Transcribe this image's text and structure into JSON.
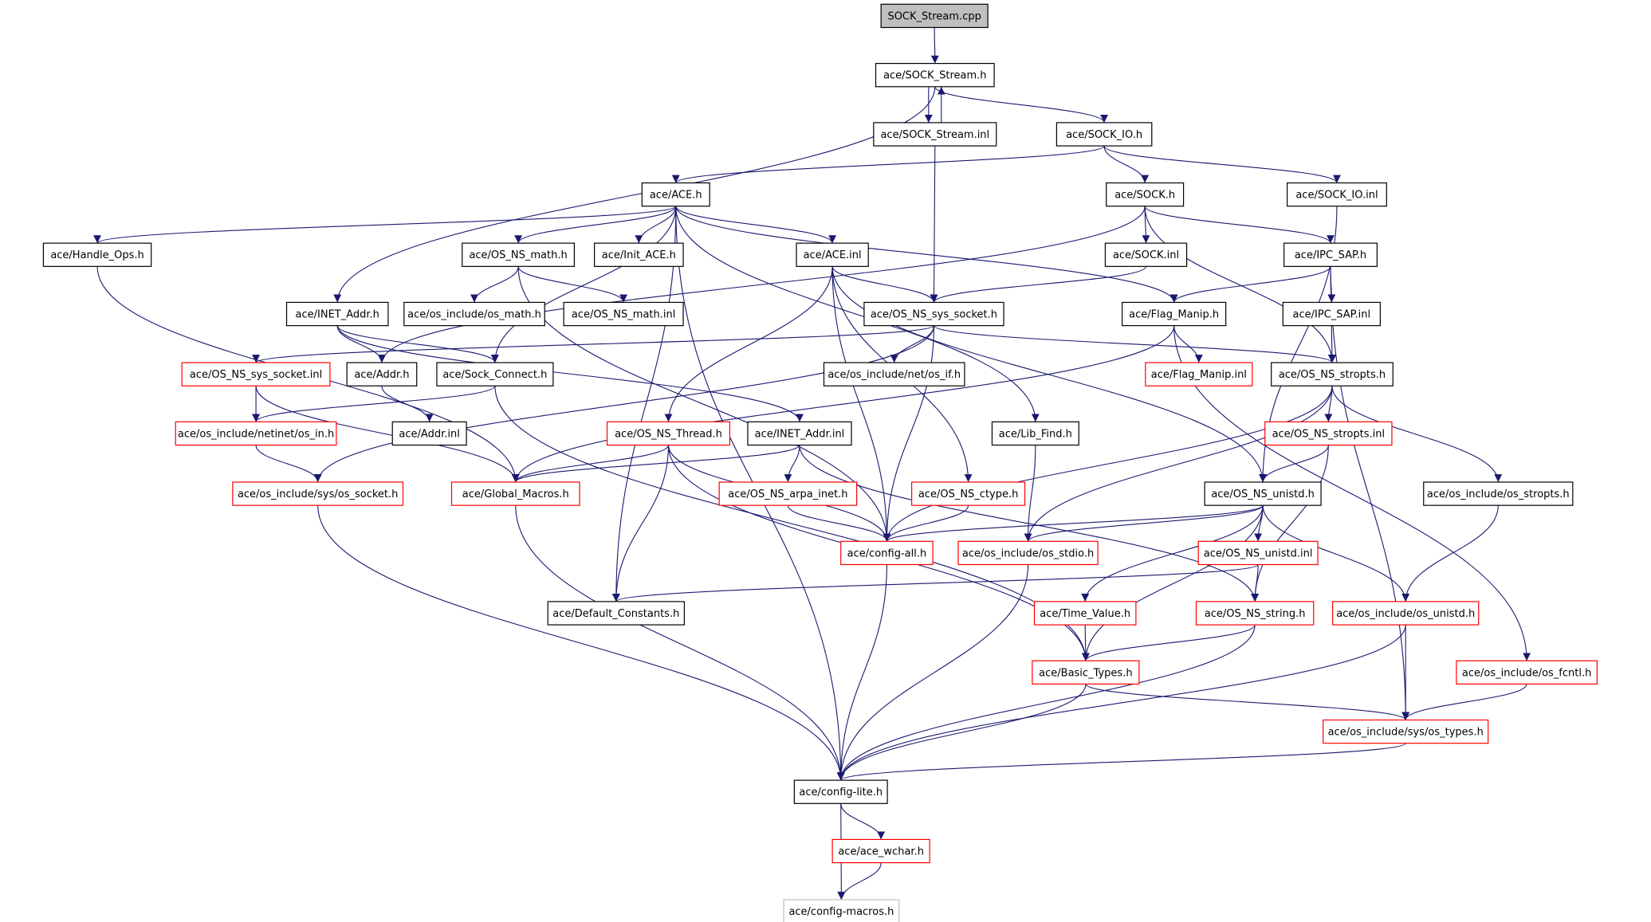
{
  "graph": {
    "title": "SOCK_Stream.cpp",
    "colors": {
      "edge": "#191970",
      "node_border": "#000000",
      "node_border_truncated": "#ff0000",
      "node_border_external": "#bfbfbf",
      "root_fill": "#bfbfbf",
      "node_fill": "#ffffff"
    },
    "nodes": [
      {
        "id": "root",
        "label": "SOCK_Stream.cpp",
        "kind": "root"
      },
      {
        "id": "sock_stream_h",
        "label": "ace/SOCK_Stream.h",
        "kind": "normal"
      },
      {
        "id": "sock_stream_inl",
        "label": "ace/SOCK_Stream.inl",
        "kind": "normal"
      },
      {
        "id": "sock_io_h",
        "label": "ace/SOCK_IO.h",
        "kind": "normal"
      },
      {
        "id": "ace_h",
        "label": "ace/ACE.h",
        "kind": "normal"
      },
      {
        "id": "sock_h",
        "label": "ace/SOCK.h",
        "kind": "normal"
      },
      {
        "id": "sock_io_inl",
        "label": "ace/SOCK_IO.inl",
        "kind": "normal"
      },
      {
        "id": "handle_ops_h",
        "label": "ace/Handle_Ops.h",
        "kind": "normal"
      },
      {
        "id": "os_ns_math_h",
        "label": "ace/OS_NS_math.h",
        "kind": "normal"
      },
      {
        "id": "init_ace_h",
        "label": "ace/Init_ACE.h",
        "kind": "normal"
      },
      {
        "id": "ace_inl",
        "label": "ace/ACE.inl",
        "kind": "normal"
      },
      {
        "id": "sock_inl",
        "label": "ace/SOCK.inl",
        "kind": "normal"
      },
      {
        "id": "ipc_sap_h",
        "label": "ace/IPC_SAP.h",
        "kind": "normal"
      },
      {
        "id": "inet_addr_h",
        "label": "ace/INET_Addr.h",
        "kind": "normal"
      },
      {
        "id": "os_math_h",
        "label": "ace/os_include/os_math.h",
        "kind": "normal"
      },
      {
        "id": "os_ns_math_inl",
        "label": "ace/OS_NS_math.inl",
        "kind": "normal"
      },
      {
        "id": "os_ns_sys_socket_h",
        "label": "ace/OS_NS_sys_socket.h",
        "kind": "normal"
      },
      {
        "id": "flag_manip_h",
        "label": "ace/Flag_Manip.h",
        "kind": "normal"
      },
      {
        "id": "ipc_sap_inl",
        "label": "ace/IPC_SAP.inl",
        "kind": "normal"
      },
      {
        "id": "os_ns_sys_socket_inl",
        "label": "ace/OS_NS_sys_socket.inl",
        "kind": "truncated"
      },
      {
        "id": "addr_h",
        "label": "ace/Addr.h",
        "kind": "normal"
      },
      {
        "id": "sock_connect_h",
        "label": "ace/Sock_Connect.h",
        "kind": "normal"
      },
      {
        "id": "os_if_h",
        "label": "ace/os_include/net/os_if.h",
        "kind": "normal"
      },
      {
        "id": "flag_manip_inl",
        "label": "ace/Flag_Manip.inl",
        "kind": "truncated"
      },
      {
        "id": "os_ns_stropts_h",
        "label": "ace/OS_NS_stropts.h",
        "kind": "normal"
      },
      {
        "id": "os_in_h",
        "label": "ace/os_include/netinet/os_in.h",
        "kind": "truncated"
      },
      {
        "id": "addr_inl",
        "label": "ace/Addr.inl",
        "kind": "normal"
      },
      {
        "id": "os_ns_thread_h",
        "label": "ace/OS_NS_Thread.h",
        "kind": "truncated"
      },
      {
        "id": "inet_addr_inl",
        "label": "ace/INET_Addr.inl",
        "kind": "normal"
      },
      {
        "id": "lib_find_h",
        "label": "ace/Lib_Find.h",
        "kind": "normal"
      },
      {
        "id": "os_ns_stropts_inl",
        "label": "ace/OS_NS_stropts.inl",
        "kind": "truncated"
      },
      {
        "id": "os_socket_h",
        "label": "ace/os_include/sys/os_socket.h",
        "kind": "truncated"
      },
      {
        "id": "global_macros_h",
        "label": "ace/Global_Macros.h",
        "kind": "truncated"
      },
      {
        "id": "os_ns_arpa_inet_h",
        "label": "ace/OS_NS_arpa_inet.h",
        "kind": "truncated"
      },
      {
        "id": "os_ns_ctype_h",
        "label": "ace/OS_NS_ctype.h",
        "kind": "truncated"
      },
      {
        "id": "os_ns_unistd_h",
        "label": "ace/OS_NS_unistd.h",
        "kind": "normal"
      },
      {
        "id": "os_stropts_h",
        "label": "ace/os_include/os_stropts.h",
        "kind": "normal"
      },
      {
        "id": "config_all_h",
        "label": "ace/config-all.h",
        "kind": "truncated"
      },
      {
        "id": "os_stdio_h",
        "label": "ace/os_include/os_stdio.h",
        "kind": "truncated"
      },
      {
        "id": "os_ns_unistd_inl",
        "label": "ace/OS_NS_unistd.inl",
        "kind": "truncated"
      },
      {
        "id": "default_constants_h",
        "label": "ace/Default_Constants.h",
        "kind": "normal"
      },
      {
        "id": "time_value_h",
        "label": "ace/Time_Value.h",
        "kind": "truncated"
      },
      {
        "id": "os_ns_string_h",
        "label": "ace/OS_NS_string.h",
        "kind": "truncated"
      },
      {
        "id": "os_unistd_h",
        "label": "ace/os_include/os_unistd.h",
        "kind": "truncated"
      },
      {
        "id": "basic_types_h",
        "label": "ace/Basic_Types.h",
        "kind": "truncated"
      },
      {
        "id": "os_fcntl_h",
        "label": "ace/os_include/os_fcntl.h",
        "kind": "truncated"
      },
      {
        "id": "os_types_h",
        "label": "ace/os_include/sys/os_types.h",
        "kind": "truncated"
      },
      {
        "id": "config_lite_h",
        "label": "ace/config-lite.h",
        "kind": "normal"
      },
      {
        "id": "ace_wchar_h",
        "label": "ace/ace_wchar.h",
        "kind": "truncated"
      },
      {
        "id": "config_macros_h",
        "label": "ace/config-macros.h",
        "kind": "external"
      }
    ],
    "edges": [
      [
        "root",
        "sock_stream_h"
      ],
      [
        "sock_stream_h",
        "sock_stream_inl"
      ],
      [
        "sock_stream_inl",
        "sock_stream_h"
      ],
      [
        "sock_stream_h",
        "sock_io_h"
      ],
      [
        "sock_stream_h",
        "inet_addr_h"
      ],
      [
        "sock_stream_inl",
        "os_ns_sys_socket_h"
      ],
      [
        "sock_io_h",
        "ace_h"
      ],
      [
        "sock_io_h",
        "sock_h"
      ],
      [
        "sock_io_h",
        "sock_io_inl"
      ],
      [
        "sock_io_inl",
        "os_ns_unistd_h"
      ],
      [
        "ace_h",
        "handle_ops_h"
      ],
      [
        "ace_h",
        "os_ns_math_h"
      ],
      [
        "ace_h",
        "init_ace_h"
      ],
      [
        "ace_h",
        "ace_inl"
      ],
      [
        "ace_h",
        "flag_manip_h"
      ],
      [
        "ace_h",
        "lib_find_h"
      ],
      [
        "ace_h",
        "sock_connect_h"
      ],
      [
        "ace_h",
        "default_constants_h"
      ],
      [
        "ace_h",
        "config_lite_h"
      ],
      [
        "handle_ops_h",
        "global_macros_h"
      ],
      [
        "os_ns_math_h",
        "os_math_h"
      ],
      [
        "os_ns_math_h",
        "os_ns_math_inl"
      ],
      [
        "os_ns_math_h",
        "config_all_h"
      ],
      [
        "ace_inl",
        "os_ns_sys_socket_h"
      ],
      [
        "ace_inl",
        "os_ns_thread_h"
      ],
      [
        "ace_inl",
        "os_ns_unistd_h"
      ],
      [
        "ace_inl",
        "os_ns_ctype_h"
      ],
      [
        "ace_inl",
        "config_all_h"
      ],
      [
        "sock_h",
        "addr_h"
      ],
      [
        "sock_h",
        "sock_inl"
      ],
      [
        "sock_h",
        "ipc_sap_h"
      ],
      [
        "sock_h",
        "os_ns_stropts_h"
      ],
      [
        "sock_inl",
        "os_ns_sys_socket_h"
      ],
      [
        "ipc_sap_h",
        "flag_manip_h"
      ],
      [
        "ipc_sap_h",
        "ipc_sap_inl"
      ],
      [
        "ipc_sap_h",
        "os_types_h"
      ],
      [
        "ipc_sap_inl",
        "os_ns_stropts_h"
      ],
      [
        "inet_addr_h",
        "addr_h"
      ],
      [
        "inet_addr_h",
        "sock_connect_h"
      ],
      [
        "inet_addr_h",
        "inet_addr_inl"
      ],
      [
        "os_ns_sys_socket_h",
        "os_ns_sys_socket_inl"
      ],
      [
        "os_ns_sys_socket_h",
        "os_if_h"
      ],
      [
        "os_ns_sys_socket_h",
        "os_ns_stropts_h"
      ],
      [
        "os_ns_sys_socket_h",
        "os_socket_h"
      ],
      [
        "os_ns_sys_socket_h",
        "config_all_h"
      ],
      [
        "flag_manip_h",
        "flag_manip_inl"
      ],
      [
        "flag_manip_h",
        "global_macros_h"
      ],
      [
        "flag_manip_h",
        "os_fcntl_h"
      ],
      [
        "os_ns_sys_socket_inl",
        "os_in_h"
      ],
      [
        "os_ns_sys_socket_inl",
        "global_macros_h"
      ],
      [
        "addr_h",
        "addr_inl"
      ],
      [
        "sock_connect_h",
        "os_in_h"
      ],
      [
        "sock_connect_h",
        "basic_types_h"
      ],
      [
        "os_ns_stropts_h",
        "os_ns_stropts_inl"
      ],
      [
        "os_ns_stropts_h",
        "os_stropts_h"
      ],
      [
        "os_ns_stropts_h",
        "config_all_h"
      ],
      [
        "os_ns_stropts_h",
        "os_stdio_h"
      ],
      [
        "os_in_h",
        "os_socket_h"
      ],
      [
        "os_ns_thread_h",
        "global_macros_h"
      ],
      [
        "os_ns_thread_h",
        "config_all_h"
      ],
      [
        "os_ns_thread_h",
        "default_constants_h"
      ],
      [
        "os_ns_thread_h",
        "basic_types_h"
      ],
      [
        "inet_addr_inl",
        "global_macros_h"
      ],
      [
        "inet_addr_inl",
        "os_ns_arpa_inet_h"
      ],
      [
        "inet_addr_inl",
        "os_ns_string_h"
      ],
      [
        "lib_find_h",
        "os_stdio_h"
      ],
      [
        "os_ns_stropts_inl",
        "os_ns_unistd_h"
      ],
      [
        "os_ns_stropts_inl",
        "os_ns_string_h"
      ],
      [
        "os_socket_h",
        "config_lite_h"
      ],
      [
        "global_macros_h",
        "config_lite_h"
      ],
      [
        "os_ns_arpa_inet_h",
        "config_all_h"
      ],
      [
        "os_ns_ctype_h",
        "config_all_h"
      ],
      [
        "os_ns_unistd_h",
        "config_all_h"
      ],
      [
        "os_ns_unistd_h",
        "os_stdio_h"
      ],
      [
        "os_ns_unistd_h",
        "os_ns_unistd_inl"
      ],
      [
        "os_ns_unistd_h",
        "time_value_h"
      ],
      [
        "os_ns_unistd_h",
        "basic_types_h"
      ],
      [
        "os_ns_unistd_h",
        "os_unistd_h"
      ],
      [
        "os_stropts_h",
        "os_unistd_h"
      ],
      [
        "config_all_h",
        "config_lite_h"
      ],
      [
        "os_stdio_h",
        "config_lite_h"
      ],
      [
        "os_ns_unistd_inl",
        "default_constants_h"
      ],
      [
        "os_ns_unistd_inl",
        "os_ns_string_h"
      ],
      [
        "time_value_h",
        "basic_types_h"
      ],
      [
        "os_ns_string_h",
        "basic_types_h"
      ],
      [
        "os_ns_string_h",
        "config_lite_h"
      ],
      [
        "os_unistd_h",
        "os_types_h"
      ],
      [
        "os_unistd_h",
        "config_lite_h"
      ],
      [
        "basic_types_h",
        "os_types_h"
      ],
      [
        "basic_types_h",
        "config_lite_h"
      ],
      [
        "os_fcntl_h",
        "os_types_h"
      ],
      [
        "os_types_h",
        "config_lite_h"
      ],
      [
        "config_lite_h",
        "ace_wchar_h"
      ],
      [
        "config_lite_h",
        "config_macros_h"
      ],
      [
        "ace_wchar_h",
        "config_macros_h"
      ]
    ]
  }
}
